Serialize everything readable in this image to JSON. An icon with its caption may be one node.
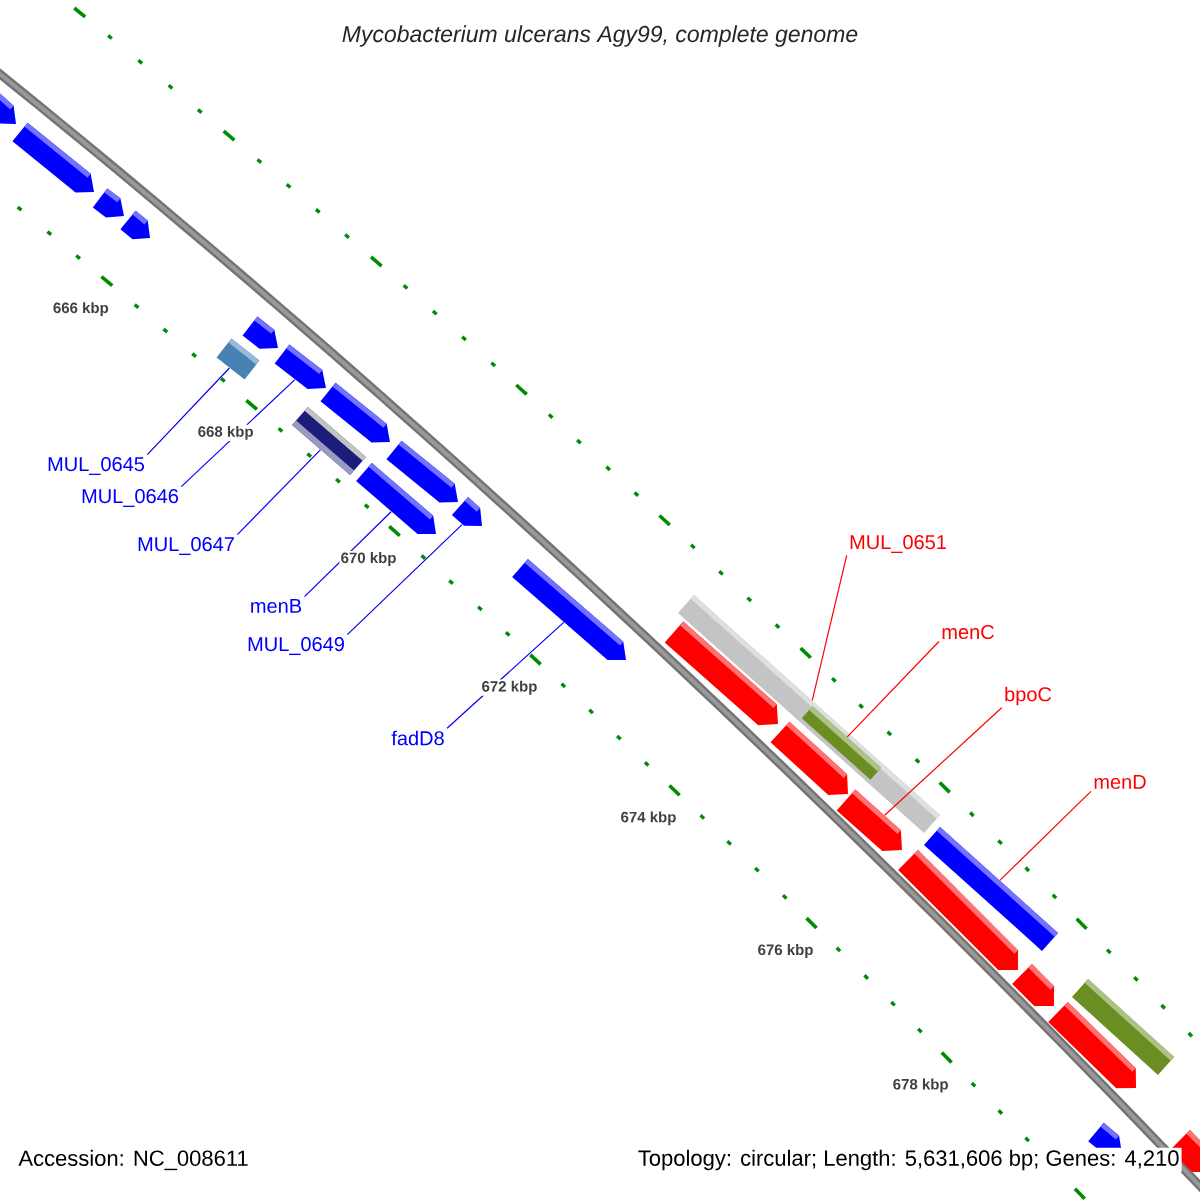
{
  "diagram": {
    "title": "Mycobacterium ulcerans Agy99, complete genome",
    "nodes": [
      {
        "text": [
          "MUL_0645"
        ]
      },
      {
        "text": [
          "MUL_0646"
        ]
      },
      {
        "text": [
          "MUL_0647"
        ]
      },
      {
        "text": [
          "menB"
        ]
      },
      {
        "text": [
          "MUL_0649"
        ]
      },
      {
        "text": [
          "fadD8"
        ]
      },
      {
        "text": [
          "MUL_0651"
        ]
      },
      {
        "text": [
          "menC"
        ]
      },
      {
        "text": [
          "bpoC"
        ]
      },
      {
        "text": [
          "menD"
        ]
      },
      {
        "text": [],
        "shape": "box"
      },
      {
        "text": [],
        "shape": "arrow"
      },
      {
        "text": [],
        "shape": "box"
      },
      {
        "text": [],
        "shape": "arrow"
      },
      {
        "text": [],
        "shape": "arrow"
      },
      {
        "text": [],
        "shape": "arrow"
      },
      {
        "text": [],
        "shape": "box"
      },
      {
        "text": [],
        "shape": "box",
        "in": 16
      },
      {
        "text": [],
        "shape": "arrow"
      },
      {
        "text": [],
        "shape": "box"
      },
      {
        "text": [],
        "shape": "arrow"
      },
      {
        "text": [],
        "shape": "arrow"
      },
      {
        "text": [],
        "shape": "arrow"
      },
      {
        "text": [],
        "shape": "arrow"
      },
      {
        "text": [],
        "shape": "arrow"
      },
      {
        "text": [],
        "shape": "arrow"
      },
      {
        "text": [],
        "shape": "arrow"
      },
      {
        "text": [],
        "shape": "arrow"
      },
      {
        "text": [],
        "shape": "arrow"
      },
      {
        "text": [],
        "shape": "arrow"
      },
      {
        "text": [],
        "shape": "arrow"
      },
      {
        "text": [],
        "shape": "arrow"
      },
      {
        "text": [],
        "shape": "arrow"
      },
      {
        "text": [],
        "shape": "box"
      },
      {
        "text": [],
        "shape": "arrow"
      }
    ],
    "edges": [
      {
        "from": 0,
        "to": 10,
        "arrow": "none"
      },
      {
        "from": 1,
        "to": 11,
        "arrow": "none"
      },
      {
        "from": 2,
        "to": 12,
        "arrow": "none"
      },
      {
        "from": 3,
        "to": 13,
        "arrow": "none"
      },
      {
        "from": 4,
        "to": 14,
        "arrow": "none"
      },
      {
        "from": 5,
        "to": 15,
        "arrow": "none"
      },
      {
        "from": 6,
        "to": 16,
        "arrow": "none",
        "color": "#ff0000"
      },
      {
        "from": 7,
        "to": 17,
        "arrow": "none",
        "color": "#ff0000"
      },
      {
        "from": 8,
        "to": 18,
        "arrow": "none",
        "color": "#ff0000"
      },
      {
        "from": 9,
        "to": 19,
        "arrow": "none",
        "color": "#ff0000"
      }
    ],
    "labels": [
      "666 kbp",
      "668 kbp",
      "670 kbp",
      "672 kbp",
      "674 kbp",
      "676 kbp",
      "678 kbp",
      "Accession: NC_008611",
      "Topology: circular; Length: 5,631,606 bp; Genes: 4,210"
    ]
  }
}
